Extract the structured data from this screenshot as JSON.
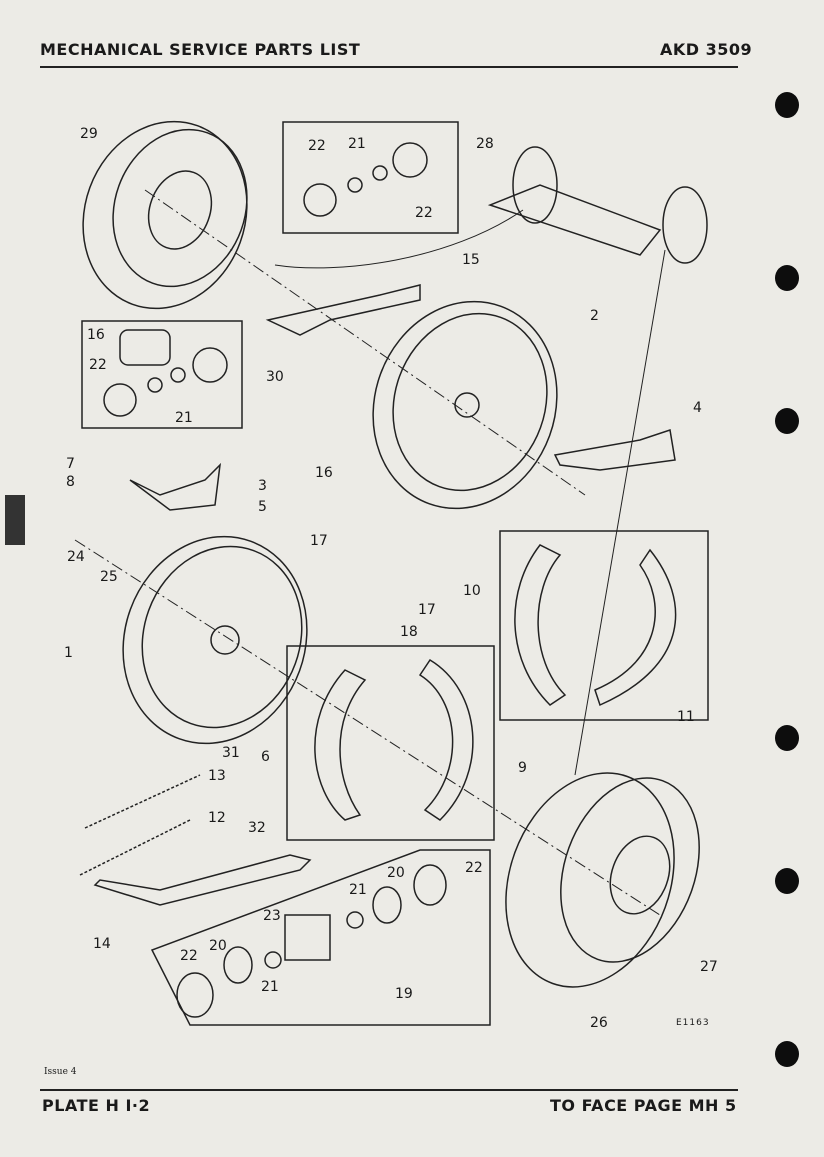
{
  "header": {
    "title": "MECHANICAL SERVICE PARTS LIST",
    "code": "AKD 3509"
  },
  "footer": {
    "issue": "Issue 4",
    "plate": "PLATE H I·2",
    "facing": "TO FACE PAGE MH 5"
  },
  "figure": {
    "ref": "E1163",
    "labels": [
      "29",
      "22",
      "21",
      "28",
      "22",
      "15",
      "2",
      "16",
      "22",
      "30",
      "21",
      "16",
      "4",
      "7",
      "8",
      "3",
      "5",
      "17",
      "24",
      "25",
      "10",
      "17",
      "18",
      "1",
      "11",
      "31",
      "6",
      "13",
      "9",
      "12",
      "32",
      "22",
      "20",
      "21",
      "23",
      "14",
      "20",
      "22",
      "21",
      "19",
      "27",
      "26"
    ]
  }
}
